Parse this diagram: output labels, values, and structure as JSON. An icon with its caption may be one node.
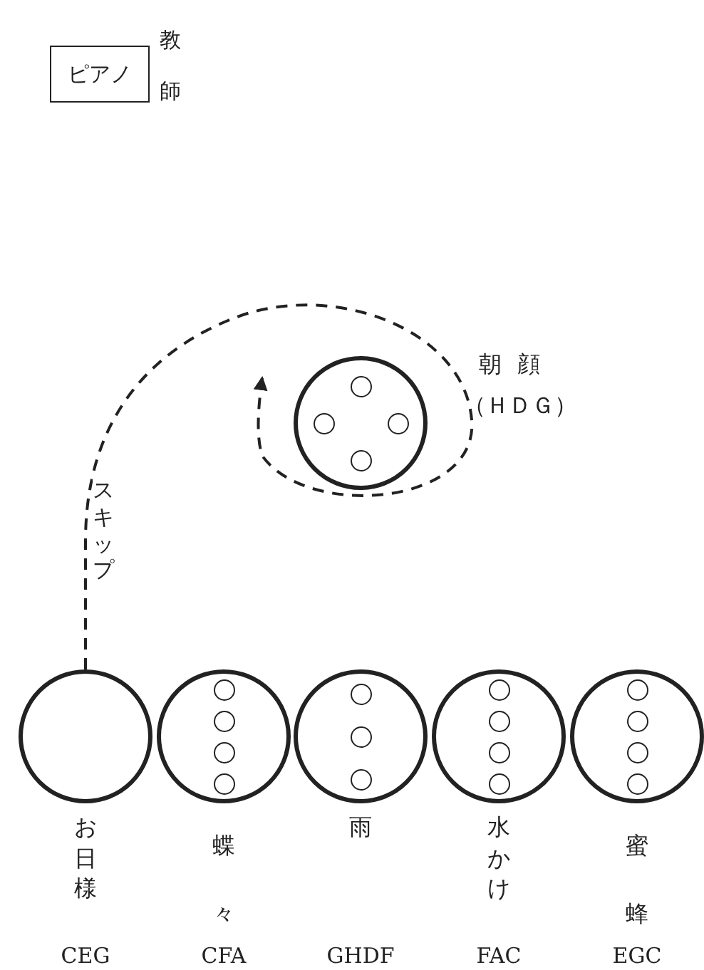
{
  "diagram": {
    "nodes": [
      {
        "text": [
          "ピアノ"
        ],
        "beside": [
          "教師"
        ]
      },
      {
        "text": [],
        "shape": "circle",
        "beside": [
          "朝顔",
          "（ＨＤＧ）"
        ]
      },
      {
        "text": [],
        "shape": "circle",
        "beside": [
          "お日様"
        ]
      },
      {
        "text": [],
        "shape": "circle",
        "beside": [
          "蝶々"
        ]
      },
      {
        "text": [],
        "shape": "circle",
        "beside": [
          "雨"
        ]
      },
      {
        "text": [],
        "shape": "circle",
        "beside": [
          "水かけ"
        ]
      },
      {
        "text": [],
        "shape": "circle",
        "beside": [
          "蜜蜂"
        ]
      }
    ],
    "edges": [
      {
        "from": 2,
        "to": 1,
        "arrow": "to",
        "style": "dashed",
        "label": "スキップ"
      }
    ],
    "labels": [
      "CEG",
      "CFA",
      "GHDF",
      "FAC",
      "EGC"
    ]
  }
}
